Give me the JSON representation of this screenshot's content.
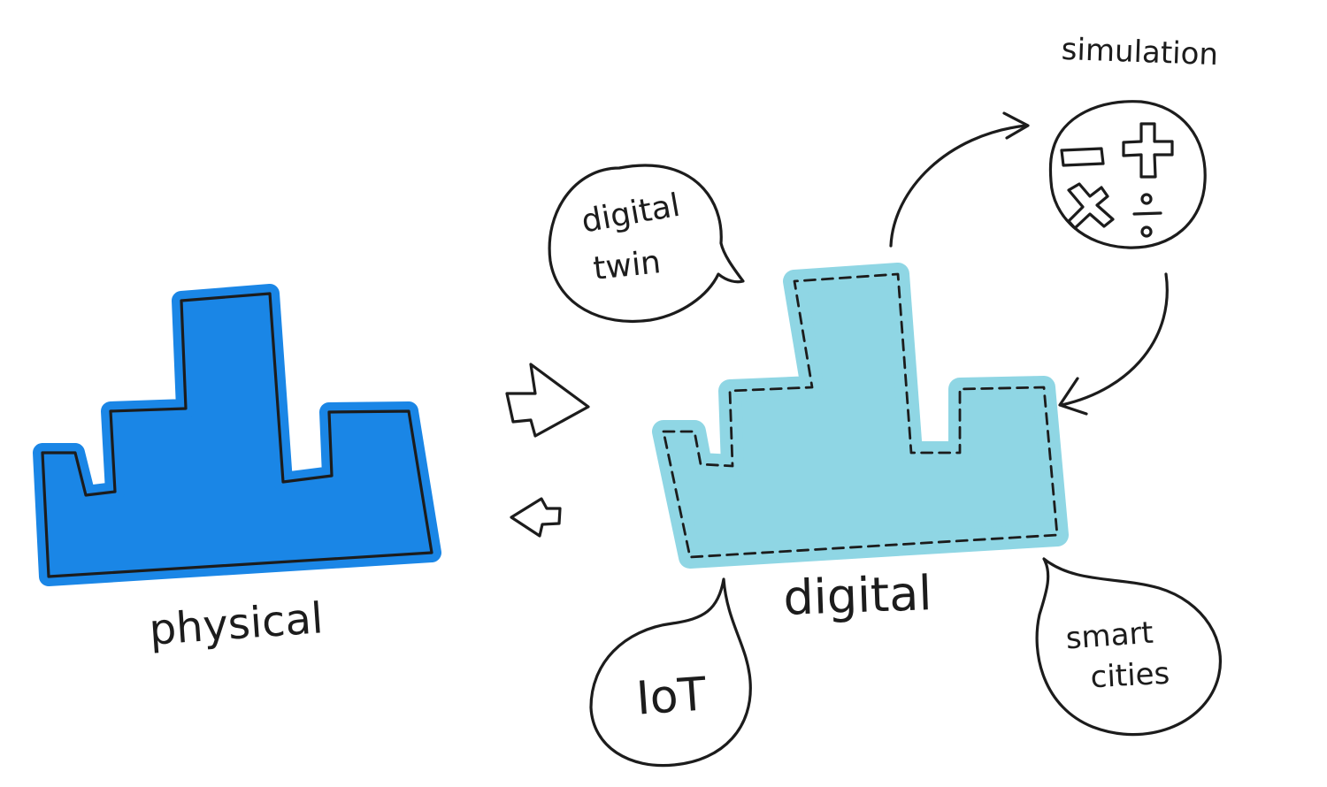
{
  "labels": {
    "physical": "physical",
    "digital": "digital",
    "simulation": "simulation",
    "digital_twin_line1": "digital",
    "digital_twin_line2": "twin",
    "iot": "IoT",
    "smart_cities_line1": "smart",
    "smart_cities_line2": "cities"
  },
  "colors": {
    "physical_fill": "#1a86e6",
    "digital_fill": "#8fd6e4",
    "ink": "#1c1c1c",
    "background": "#ffffff"
  },
  "icons": {
    "simulation": [
      "minus-icon",
      "plus-icon",
      "multiply-icon",
      "divide-icon"
    ]
  }
}
